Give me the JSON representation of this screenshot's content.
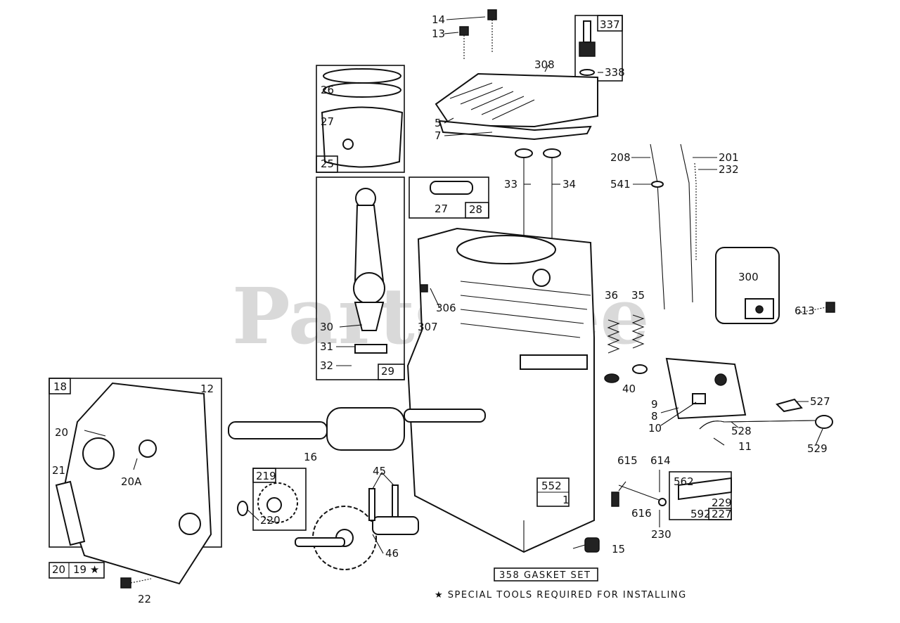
{
  "watermark": "PartsTree",
  "labels": {
    "l14": "14",
    "l13": "13",
    "l337": "337",
    "l338": "338",
    "l308": "308",
    "l5": "5",
    "l7": "7",
    "l26": "26",
    "l27a": "27",
    "l25": "25",
    "l27b": "27",
    "l28": "28",
    "l33": "33",
    "l34": "34",
    "l208": "208",
    "l201": "201",
    "l232": "232",
    "l541": "541",
    "l300": "300",
    "l613": "613",
    "l306": "306",
    "l307": "307",
    "l36": "36",
    "l35": "35",
    "l40": "40",
    "l30": "30",
    "l31": "31",
    "l32": "32",
    "l29": "29",
    "l18": "18",
    "l12": "12",
    "l20": "20",
    "l20a": "20A",
    "l21": "21",
    "l16": "16",
    "l9": "9",
    "l8": "8",
    "l10": "10",
    "l11": "11",
    "l527": "527",
    "l528": "528",
    "l529": "529",
    "l219": "219",
    "l45": "45",
    "l220": "220",
    "l46": "46",
    "l552": "552",
    "l1": "1",
    "l15": "15",
    "l615": "615",
    "l614": "614",
    "l562": "562",
    "l229": "229",
    "l592": "592",
    "l227": "227",
    "l616": "616",
    "l230": "230",
    "l20b": "20",
    "l19": "19 ★",
    "l22": "22"
  },
  "gasket_set": "358 GASKET SET",
  "footnote": "★ SPECIAL TOOLS REQUIRED FOR INSTALLING"
}
